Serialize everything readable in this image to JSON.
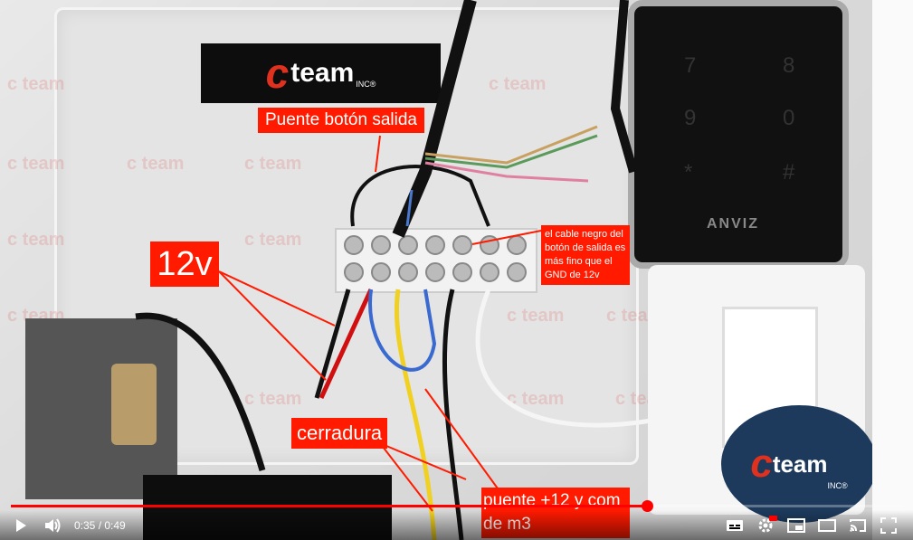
{
  "video": {
    "logo": {
      "text": "team",
      "inc": "INC®"
    },
    "labels": {
      "puente_boton": "Puente botón salida",
      "v12": "12v",
      "nota": "el cable negro del botón de salida es más fino que el GND de 12v",
      "cerradura": "cerradura",
      "puente12": "puente +12 y com de m3"
    },
    "keypad_brand": "ANVIZ",
    "corner_logo": {
      "text": "team",
      "inc": "INC®"
    }
  },
  "player": {
    "time_current": "0:35",
    "time_separator": " / ",
    "time_total": "0:49",
    "progress_fraction": 0.714,
    "colors": {
      "progress": "#ff0000",
      "label_bg": "#ff1a00"
    },
    "icons": [
      "play-icon",
      "volume-icon",
      "subtitles-icon",
      "settings-icon",
      "miniplayer-icon",
      "theater-icon",
      "cast-icon",
      "fullscreen-icon"
    ]
  }
}
